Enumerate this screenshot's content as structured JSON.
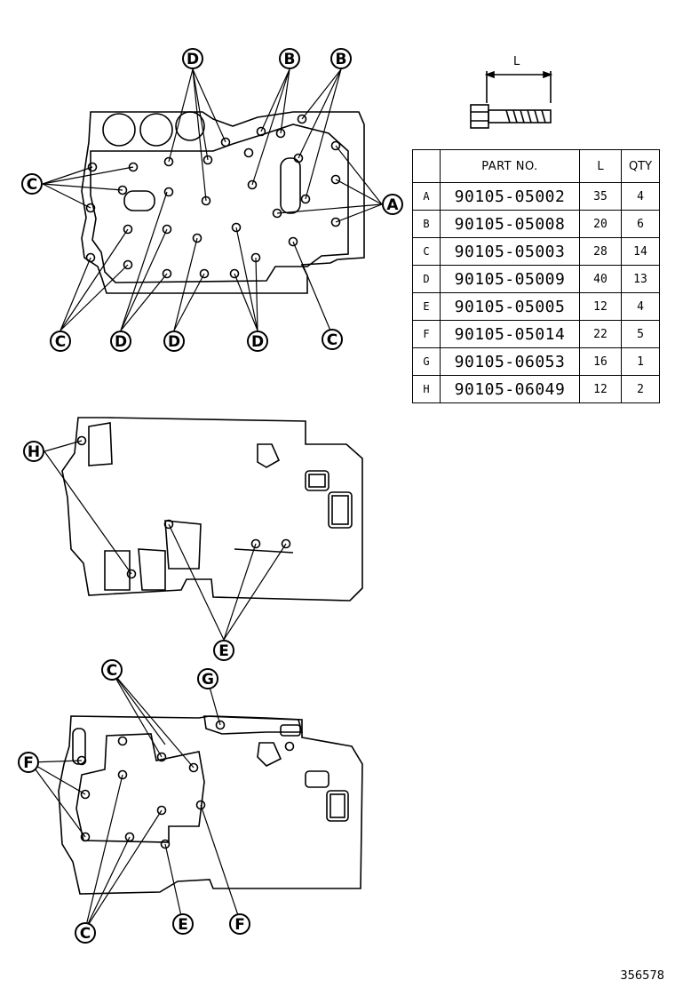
{
  "dimension_label": "L",
  "table": {
    "headers": [
      "",
      "PART NO.",
      "L",
      "QTY"
    ],
    "rows": [
      {
        "key": "A",
        "part": "90105-05002",
        "length": "35",
        "qty": "4"
      },
      {
        "key": "B",
        "part": "90105-05008",
        "length": "20",
        "qty": "6"
      },
      {
        "key": "C",
        "part": "90105-05003",
        "length": "28",
        "qty": "14"
      },
      {
        "key": "D",
        "part": "90105-05009",
        "length": "40",
        "qty": "13"
      },
      {
        "key": "E",
        "part": "90105-05005",
        "length": "12",
        "qty": "4"
      },
      {
        "key": "F",
        "part": "90105-05014",
        "length": "22",
        "qty": "5"
      },
      {
        "key": "G",
        "part": "90105-06053",
        "length": "16",
        "qty": "1"
      },
      {
        "key": "H",
        "part": "90105-06049",
        "length": "12",
        "qty": "2"
      }
    ]
  },
  "callouts": {
    "top": [
      "D",
      "B",
      "B",
      "C",
      "A",
      "C",
      "D",
      "D",
      "D",
      "C"
    ],
    "middle": [
      "H",
      "E"
    ],
    "bottom": [
      "C",
      "G",
      "F",
      "C",
      "E",
      "F"
    ]
  },
  "reference_number": "356578"
}
